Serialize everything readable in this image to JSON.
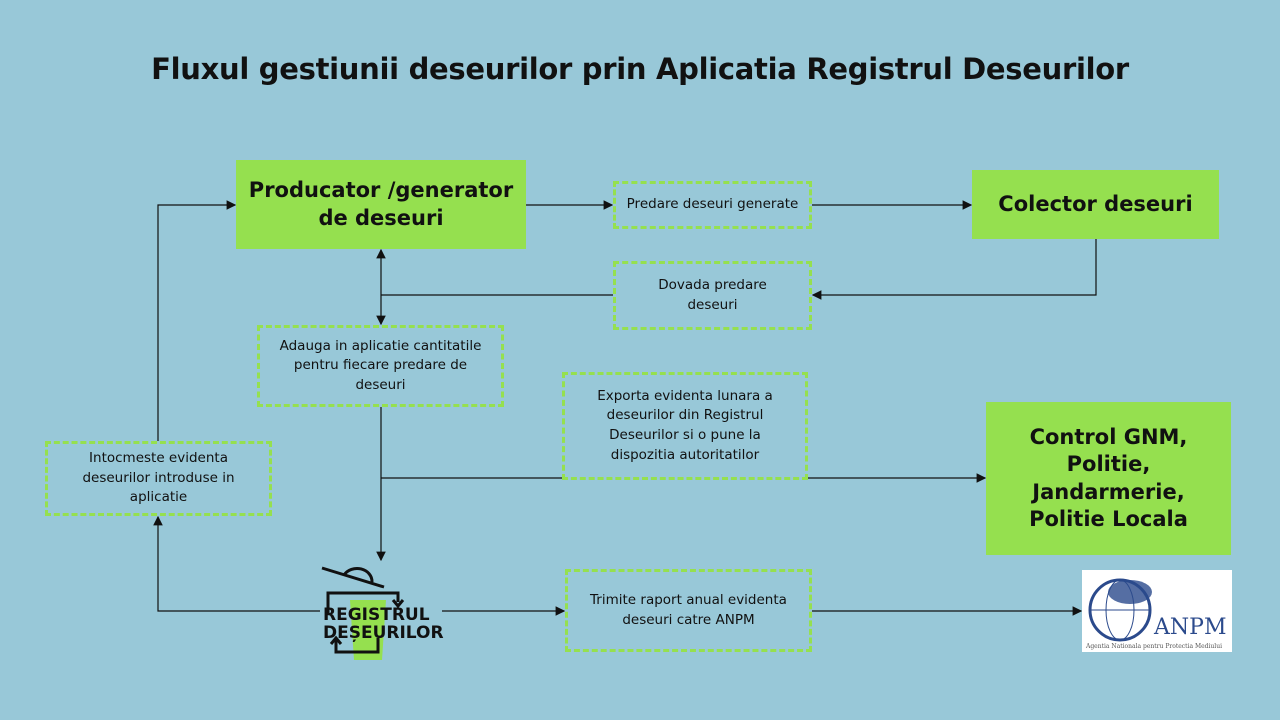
{
  "title": "Fluxul gestiunii deseurilor prin Aplicatia Registrul Deseurilor",
  "nodes": {
    "producator": "Producator /generator de deseuri",
    "predare": "Predare deseuri generate",
    "colector": "Colector deseuri",
    "dovada": "Dovada predare deseuri",
    "adauga": "Adauga in aplicatie cantitatile pentru fiecare predare de deseuri",
    "exporta": "Exporta evidenta lunara a deseurilor din Registrul Deseurilor si o pune la dispozitia autoritatilor",
    "control": "Control GNM, Politie, Jandarmerie, Politie Locala",
    "intocmeste": "Intocmeste evidenta deseurilor introduse in aplicatie",
    "trimite": "Trimite raport anual evidenta deseuri catre ANPM"
  },
  "logos": {
    "registrul_line1": "REGISTRUL",
    "registrul_line2": "DEȘEURILOR",
    "anpm_name": "ANPM",
    "anpm_caption": "Agentia Nationala pentru Protectia Mediului"
  },
  "colors": {
    "background": "#98c8d8",
    "accent": "#95e04f"
  }
}
